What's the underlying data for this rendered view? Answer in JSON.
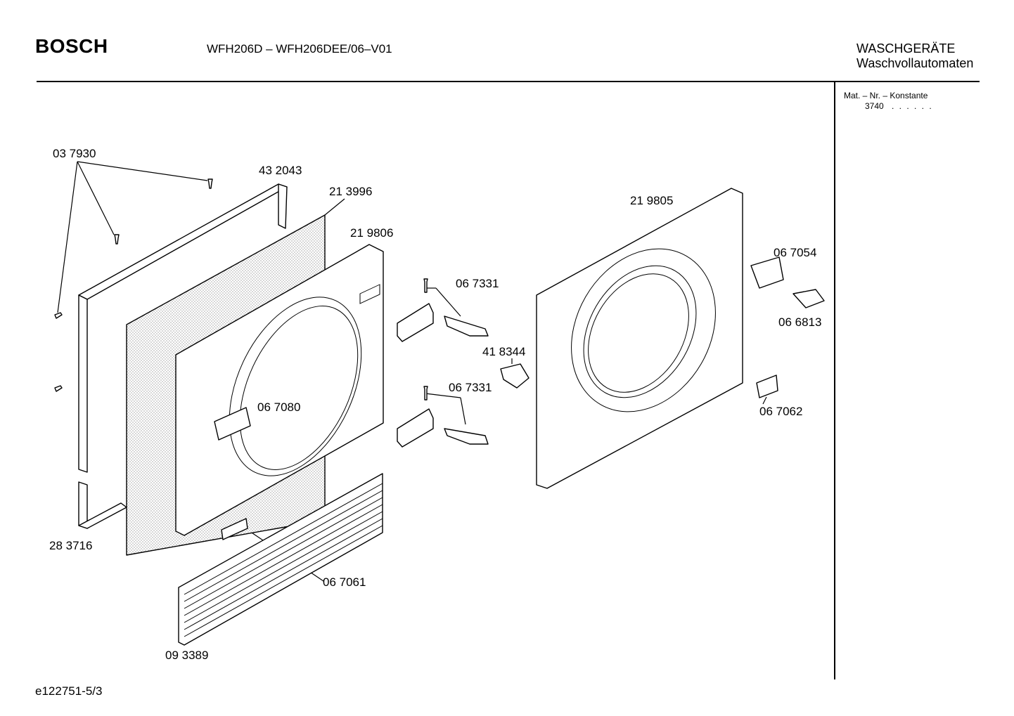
{
  "header": {
    "brand": "BOSCH",
    "model": "WFH206D – WFH206DEE/06–V01",
    "category_line1": "WASCHGERÄTE",
    "category_line2": "Waschvollautomaten"
  },
  "sidebar": {
    "mat_label": "Mat. – Nr. – Konstante",
    "mat_value": "3740",
    "mat_dots": ". .   . . . ."
  },
  "footer": {
    "drawing_id": "e122751-5/3"
  },
  "parts": {
    "p037930": "03 7930",
    "p432043": "43 2043",
    "p213996": "21 3996",
    "p219806": "21 9806",
    "p067331a": "06 7331",
    "p067331b": "06 7331",
    "p418344": "41 8344",
    "p067080": "06 7080",
    "p219805": "21 9805",
    "p067054": "06 7054",
    "p066813": "06 6813",
    "p067062": "06 7062",
    "p283716": "28 3716",
    "p067061": "06 7061",
    "p093389": "09 3389"
  }
}
